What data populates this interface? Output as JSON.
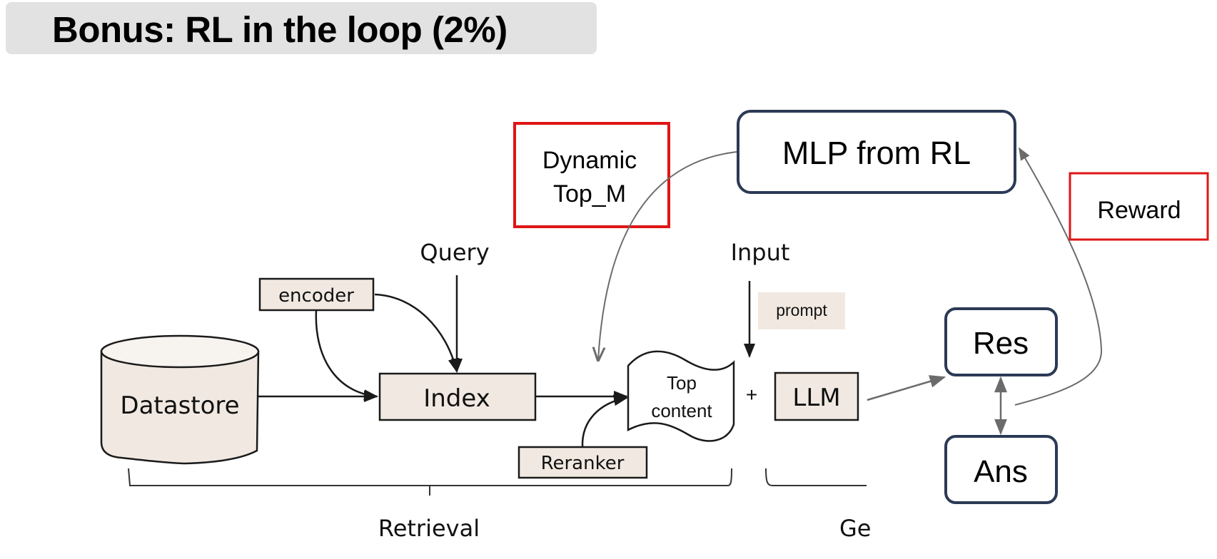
{
  "slide": {
    "title": "Bonus: RL in the loop (2%)"
  },
  "diagram": {
    "retrieval_section": {
      "datastore_label": "Datastore",
      "encoder_label": "encoder",
      "query_label": "Query",
      "index_label": "Index",
      "reranker_label": "Reranker",
      "top_content_label_line1": "Top",
      "top_content_label_line2": "content",
      "bracket_label": "Retrieval"
    },
    "generation_section": {
      "input_label": "Input",
      "prompt_label": "prompt",
      "plus_label": "+",
      "llm_label": "LLM",
      "bracket_label_partial": "Ge"
    },
    "rl_section": {
      "dynamic_topm_line1": "Dynamic",
      "dynamic_topm_line2": "Top_M",
      "mlp_label": "MLP from RL",
      "reward_label": "Reward",
      "res_label": "Res",
      "ans_label": "Ans"
    },
    "colors": {
      "title_bar_bg": "#e2e2e2",
      "sketch_fill": "#f1e9e1",
      "sketch_stroke": "#1a1a1a",
      "highlight_red": "#e01515",
      "navy_border": "#2b3a55",
      "connector_gray": "#6b6b6b"
    }
  }
}
